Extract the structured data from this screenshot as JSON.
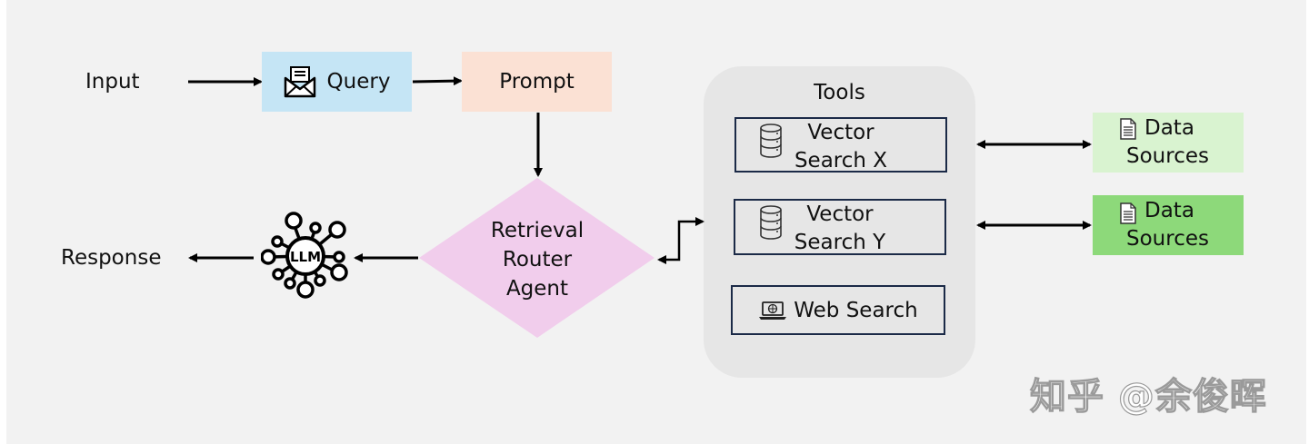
{
  "nodes": {
    "input": "Input",
    "query": "Query",
    "prompt": "Prompt",
    "router": [
      "Retrieval",
      "Router",
      "Agent"
    ],
    "response": "Response",
    "llm": "LLM",
    "tools": {
      "title": "Tools",
      "vector_x": [
        "Vector",
        "Search X"
      ],
      "vector_y": [
        "Vector",
        "Search Y"
      ],
      "web_search": "Web Search"
    },
    "data_sources_1": [
      "Data",
      "Sources"
    ],
    "data_sources_2": [
      "Data",
      "Sources"
    ]
  },
  "watermark": "知乎 @余俊晖",
  "colors": {
    "background": "#f2f2f2",
    "query_fill": "#c5e5f5",
    "prompt_fill": "#fbe1d4",
    "router_fill": "#f1cdec",
    "tools_panel": "#e6e6e6",
    "tool_border": "#1b2a47",
    "data_sources_1_fill": "#d9f3d0",
    "data_sources_2_fill": "#8dd97a",
    "arrow": "#000000"
  },
  "icons": [
    "envelope-icon",
    "llm-network-icon",
    "database-icon",
    "laptop-globe-icon",
    "document-icon"
  ]
}
